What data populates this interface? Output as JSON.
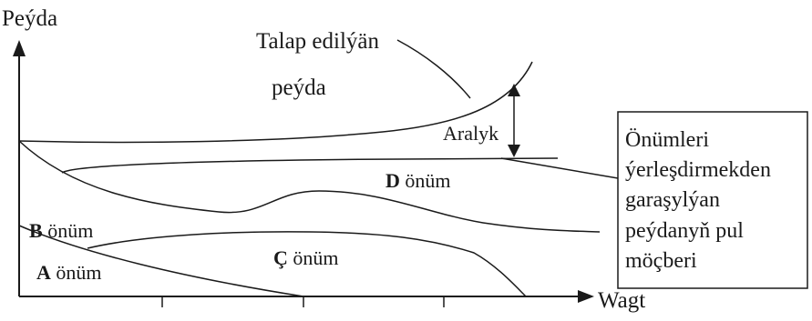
{
  "axes": {
    "y_label": "Peýda",
    "x_label": "Wagt"
  },
  "labels": {
    "demanded_profit": [
      "Talap edilýän",
      "peýda"
    ],
    "gap": "Aralyk",
    "product_a": {
      "letter": "A",
      "word": " önüm"
    },
    "product_b": {
      "letter": "B",
      "word": " önüm"
    },
    "product_c": {
      "letter": "Ç",
      "word": " önüm"
    },
    "product_d": {
      "letter": "D",
      "word": " önüm"
    }
  },
  "callout_box": {
    "lines": [
      "Önümleri",
      "ýerleşdirmekden",
      "garaşylýan",
      "peýdanyň pul",
      "möçberi"
    ]
  },
  "colors": {
    "ink": "#1a1a1a",
    "background": "#ffffff"
  }
}
